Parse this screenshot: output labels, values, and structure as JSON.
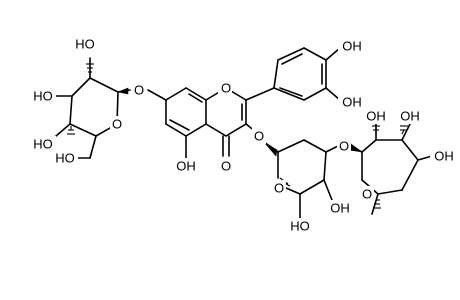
{
  "structure": {
    "labels": {
      "glc_o2_h": "HO",
      "glc_o3_h": "HO",
      "glc_o4_h": "HO",
      "glc_o6_h": "HO",
      "glc_ring_o": "O",
      "glc_link_o": "O",
      "chromone_ring_o": "O",
      "oh_5": "OH",
      "carbonyl_o": "O",
      "link_o_3": "O",
      "oh_3p": "OH",
      "oh_4p": "OH",
      "pent_ring_o": "O",
      "pent_o2": "O",
      "pent_oh_3": "OH",
      "pent_oh_4": "HO",
      "rha_ring_o": "O",
      "rha_oh_2": "OH",
      "rha_oh_3": "OH",
      "rha_oh_4": "OH"
    }
  }
}
